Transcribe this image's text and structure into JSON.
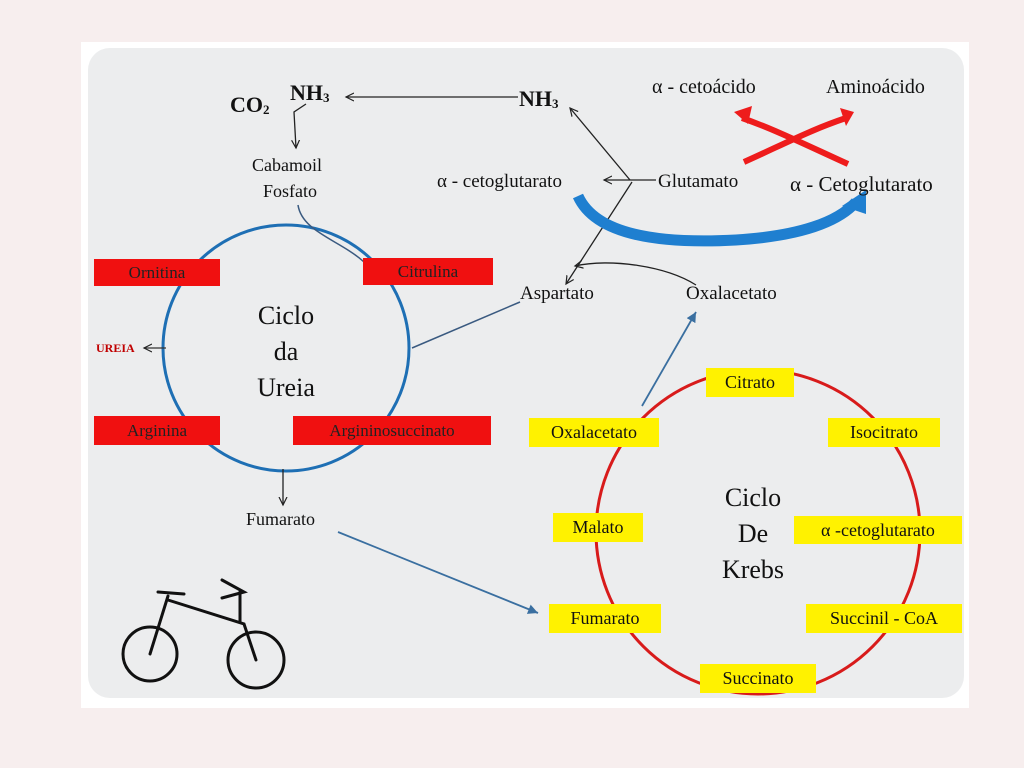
{
  "top": {
    "co2_main": "CO",
    "co2_sub": "2",
    "nh3_left_main": "NH",
    "nh3_left_sub": "3",
    "nh3_right_main": "NH",
    "nh3_right_sub": "3",
    "carbamoil_line1": "Cabamoil",
    "carbamoil_line2": "Fosfato",
    "alpha_cetoacido": "α  - cetoácido",
    "aminoacido": "Aminoácido",
    "alpha_cetoglutarato_left": "α - cetoglutarato",
    "glutamato": "Glutamato",
    "alpha_cetoglutarato_right": "α - Cetoglutarato",
    "aspartato": "Aspartato",
    "oxalacetato_top": "Oxalacetato"
  },
  "urea_cycle": {
    "title_line1": "Ciclo",
    "title_line2": "da",
    "title_line3": "Ureia",
    "ornitina": "Ornitina",
    "citrulina": "Citrulina",
    "arginina": "Arginina",
    "argininosuccinato": "Argininosuccinato",
    "ureia": "UREIA",
    "fumarato": "Fumarato"
  },
  "krebs_cycle": {
    "title_line1": "Ciclo",
    "title_line2": "De",
    "title_line3": "Krebs",
    "citrato": "Citrato",
    "isocitrato": "Isocitrato",
    "alpha_cetoglutarato": "α -cetoglutarato",
    "succinil_coa": "Succinil - CoA",
    "succinato": "Succinato",
    "fumarato": "Fumarato",
    "malato": "Malato",
    "oxalacetato": "Oxalacetato"
  },
  "colors": {
    "red_box": "#f01010",
    "yellow_box": "#fff200",
    "urea_circle": "#1e6fb4",
    "krebs_circle": "#d81b1b",
    "blue_arrow": "#1f7fd0",
    "red_arrow": "#ee1c1c",
    "ureia_text": "#c00000"
  },
  "icons": {
    "bicycle": "bicycle-icon"
  }
}
